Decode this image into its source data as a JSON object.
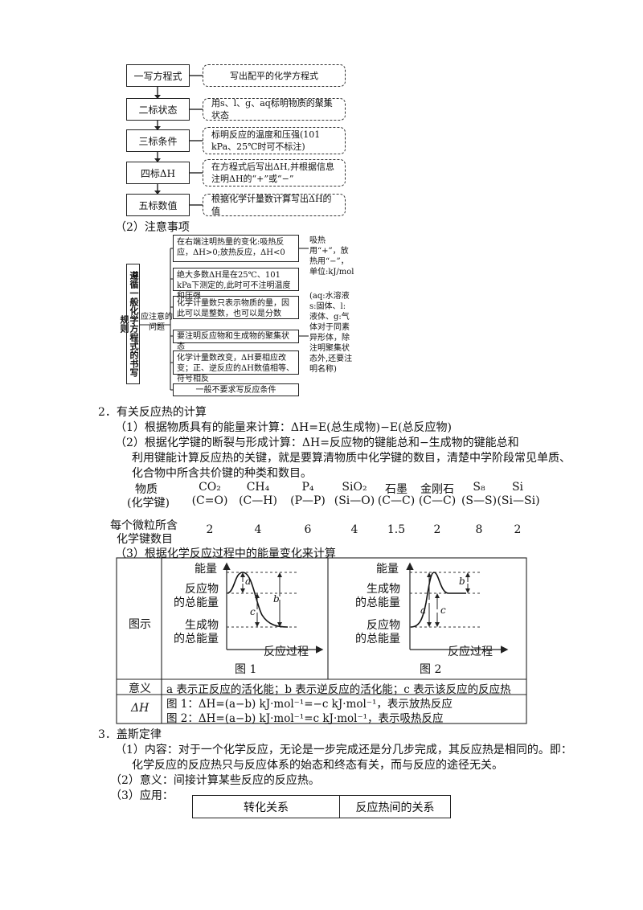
{
  "flow": {
    "steps": [
      {
        "label": "一写方程式",
        "desc": "写出配平的化学方程式"
      },
      {
        "label": "二标状态",
        "desc": "用s、l、g、aq标明物质的聚集状态"
      },
      {
        "label": "三标条件",
        "desc": "标明反应的温度和压强(101 kPa、25℃时可不标注)"
      },
      {
        "label": "四标ΔH",
        "desc": "在方程式后写出ΔH,并根据信息注明ΔH的“+”或“−”"
      },
      {
        "label": "五标数值",
        "desc": "根据化学计量数计算写出ΔH的值"
      }
    ]
  },
  "notes": {
    "heading": "（2）注意事项",
    "root_label": "遵循一般化学方程式的书写规则",
    "mid_label": "应注意的问题",
    "items": [
      "在右端注明热量的变化:吸热反应，ΔH>0;放热反应，ΔH<0",
      "绝大多数ΔH是在25℃、101 kPa下测定的,此时可不注明温度和压强",
      "化学计量数只表示物质的量，因此可以是整数，也可以是分数",
      "要注明反应物和生成物的聚集状态",
      "化学计量数改变，ΔH要相应改变；正、逆反应的ΔH数值相等、符号相反",
      "一般不要求写反应条件"
    ],
    "side_note_1": "吸热用“+”，放热用“−”，单位:kJ/mol",
    "side_note_2": "(aq:水溶液s:固体、l:液体、g:气体对于同素异形体，除注明聚集状态外,还要注明名称)"
  },
  "calc": {
    "heading": "2．有关反应热的计算",
    "item1": "（1）根据物质具有的能量来计算：ΔH=E(总生成物)−E(总反应物)",
    "item2": "（2）根据化学键的断裂与形成计算：ΔH=反应物的键能总和−生成物的键能总和",
    "item2_detail_1": "利用键能计算反应热的关键，就是要算清物质中化学键的数目，清楚中学阶段常见单质、",
    "item2_detail_2": "化合物中所含共价键的种类和数目。"
  },
  "bond_table": {
    "header_1": "物质",
    "header_2": "(化学键)",
    "substances": [
      "CO₂",
      "CH₄",
      "P₄",
      "SiO₂",
      "石墨",
      "金刚石",
      "S₈",
      "Si"
    ],
    "bonds": [
      "(C=O)",
      "(C—H)",
      "(P—P)",
      "(Si—O)",
      "(C—C)",
      "(C—C)",
      "(S—S)",
      "(Si—Si)"
    ],
    "count_label_1": "每个微粒所含",
    "count_label_2": "化学键数目",
    "counts": [
      "2",
      "4",
      "6",
      "4",
      "1.5",
      "2",
      "8",
      "2"
    ]
  },
  "energy": {
    "heading": "（3）根据化学反应过程中的能量变化来计算",
    "row_diagram": "图示",
    "row_meaning": "意义",
    "row_dh": "ΔH",
    "fig1": {
      "ylabel": "能量",
      "upper": [
        "反应物",
        "的总能量"
      ],
      "lower": [
        "生成物",
        "的总能量"
      ],
      "xlabel": "反应过程",
      "caption": "图 1",
      "a": "a",
      "b": "b",
      "c": "c"
    },
    "fig2": {
      "ylabel": "能量",
      "upper": [
        "生成物",
        "的总能量"
      ],
      "lower": [
        "反应物",
        "的总能量"
      ],
      "xlabel": "反应过程",
      "caption": "图 2",
      "a": "a",
      "b": "b",
      "c": "c"
    },
    "meaning": "a 表示正反应的活化能；b 表示逆反应的活化能；c 表示该反应的反应热",
    "dh1": "图 1：ΔH=(a−b) kJ·mol⁻¹=−c kJ·mol⁻¹，表示放热反应",
    "dh2": "图 2：ΔH=(a−b) kJ·mol⁻¹=c kJ·mol⁻¹，表示吸热反应"
  },
  "hess": {
    "heading": "3．盖斯定律",
    "content_1": "（1）内容：对于一个化学反应，无论是一步完成还是分几步完成，其反应热是相同的。即：",
    "content_2": "化学反应的反应热只与反应体系的始态和终态有关，而与反应的途径无关。",
    "meaning": "（2）意义：间接计算某些反应的反应热。",
    "application": "（3）应用：",
    "table_headers": [
      "转化关系",
      "反应热间的关系"
    ]
  }
}
